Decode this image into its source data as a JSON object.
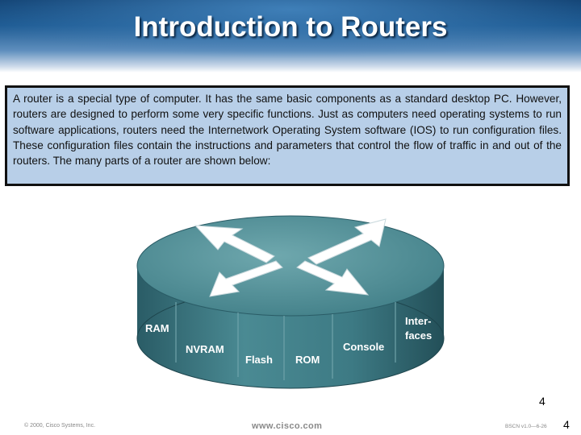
{
  "slide": {
    "title": "Introduction to Routers",
    "body": "A router is a special type of computer. It has the same basic components as a standard desktop PC. However, routers are designed to perform some very specific functions. Just as computers need operating systems to run software applications, routers need the Internetwork Operating System software (IOS) to run configuration files. These configuration files contain the instructions and parameters that control the flow of traffic in and out of the routers. The many parts of a router are shown below:",
    "slide_number": "4"
  },
  "router": {
    "labels": {
      "ram": "RAM",
      "nvram": "NVRAM",
      "flash": "Flash",
      "rom": "ROM",
      "console": "Console",
      "interfaces_line1": "Inter-",
      "interfaces_line2": "faces"
    },
    "colors": {
      "top": "#4f8f96",
      "side": "#3a7580",
      "arrows": "#ffffff",
      "label": "#ffffff"
    }
  },
  "footer": {
    "copyright": "© 2000, Cisco Systems, Inc.",
    "url": "www.cisco.com",
    "course": "BSCN v1.0—6-26",
    "page": "4"
  },
  "colors": {
    "banner": "#1d5a92",
    "textbox_bg": "#b8cfe8",
    "textbox_border": "#111111"
  }
}
